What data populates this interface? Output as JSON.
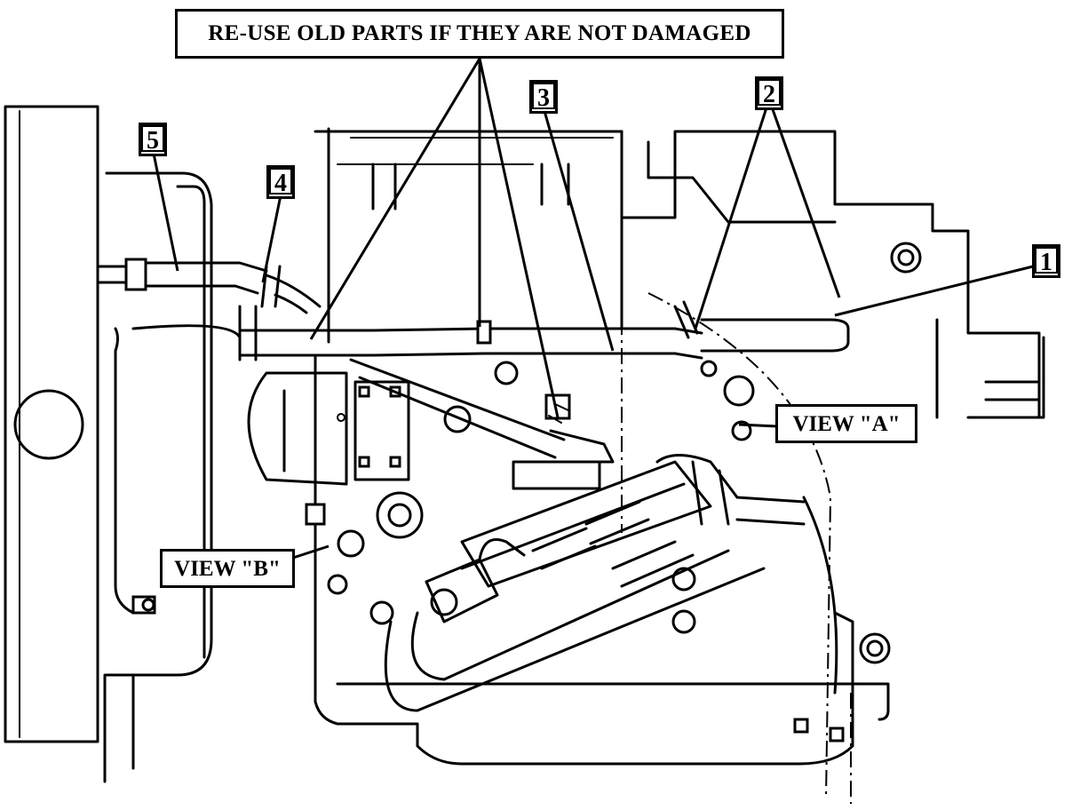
{
  "note": "RE-USE OLD PARTS IF THEY ARE NOT DAMAGED",
  "callouts": {
    "c1": "1",
    "c2": "2",
    "c3": "3",
    "c4": "4",
    "c5": "5"
  },
  "views": {
    "a": "VIEW \"A\"",
    "b": "VIEW \"B\""
  }
}
